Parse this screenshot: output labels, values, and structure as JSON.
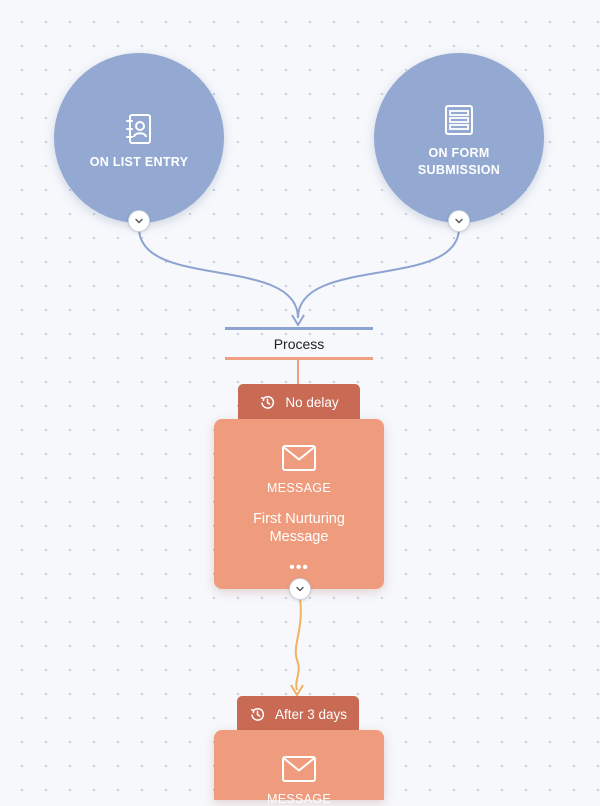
{
  "triggers": [
    {
      "label": "ON LIST ENTRY",
      "icon": "contact-book-icon"
    },
    {
      "label": "ON FORM SUBMISSION",
      "icon": "form-icon"
    }
  ],
  "process": {
    "label": "Process"
  },
  "steps": [
    {
      "delay_label": "No delay",
      "delay_icon": "history-clock-icon",
      "type_label": "MESSAGE",
      "name": "First Nurturing Message",
      "more": "•••"
    },
    {
      "delay_label": "After 3 days",
      "delay_icon": "history-clock-icon",
      "type_label": "MESSAGE"
    }
  ],
  "colors": {
    "trigger": "#93a9d2",
    "card": "#ef9c7e",
    "delay_tab": "#c96a55",
    "connector_blue": "#8ea4d0",
    "connector_orange": "#f0b35f"
  }
}
